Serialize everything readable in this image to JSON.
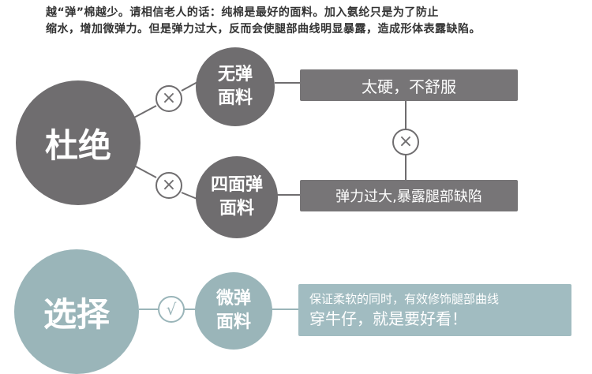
{
  "intro": {
    "line1": "越“弹”棉越少。请相信老人的话：纯棉是最好的面料。加入氨纶只是为了防止",
    "line2": "缩水，增加微弹力。但是弹力过大，反而会使腿部曲线明显暴露，造成形体表露缺陷。"
  },
  "avoid": {
    "label": "杜绝",
    "option1": {
      "line1": "无弹",
      "line2": "面料",
      "mark": "×",
      "result": "太硬，不舒服"
    },
    "option2": {
      "line1": "四面弹",
      "line2": "面料",
      "mark": "×",
      "result": "弹力过大,暴露腿部缺陷"
    },
    "middle_mark": "×"
  },
  "choose": {
    "label": "选择",
    "option": {
      "line1": "微弹",
      "line2": "面料",
      "mark": "√",
      "result_line1": "保证柔软的同时，有效修饰腿部曲线",
      "result_line2": "穿牛仔，就是要好看！"
    }
  },
  "colors": {
    "gray_dark": "#6f6d6f",
    "gray_box": "#777577",
    "teal": "#9ab5b9",
    "teal_box": "#a1bcc1"
  }
}
